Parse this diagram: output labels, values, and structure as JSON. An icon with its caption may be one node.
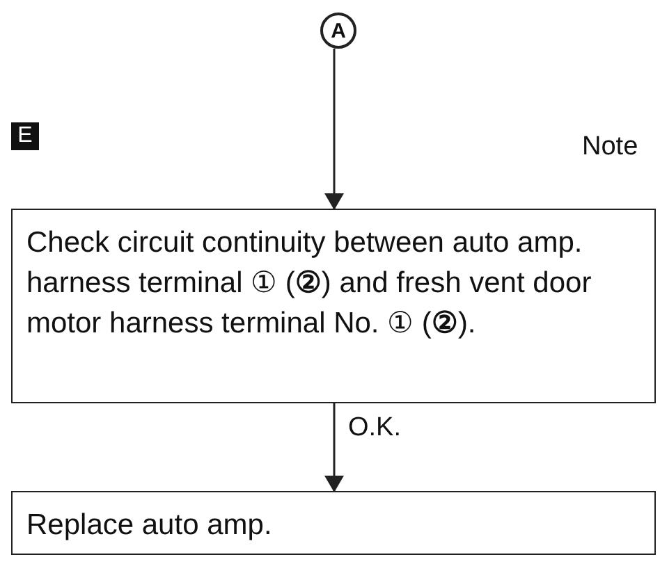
{
  "diagram": {
    "nodes": [
      {
        "text": [
          "A"
        ]
      },
      {
        "text": [
          "Check circuit continuity between auto amp. harness terminal ① (**②**) and fresh vent door motor harness terminal No. ① (**②**)."
        ]
      },
      {
        "text": [
          "Replace auto amp."
        ]
      }
    ],
    "edges": [
      {
        "from": 0,
        "to": 1,
        "arrow": "to"
      },
      {
        "from": 1,
        "to": 2,
        "arrow": "to",
        "label": "O.K."
      }
    ],
    "labels": [
      "E",
      "Note"
    ]
  }
}
